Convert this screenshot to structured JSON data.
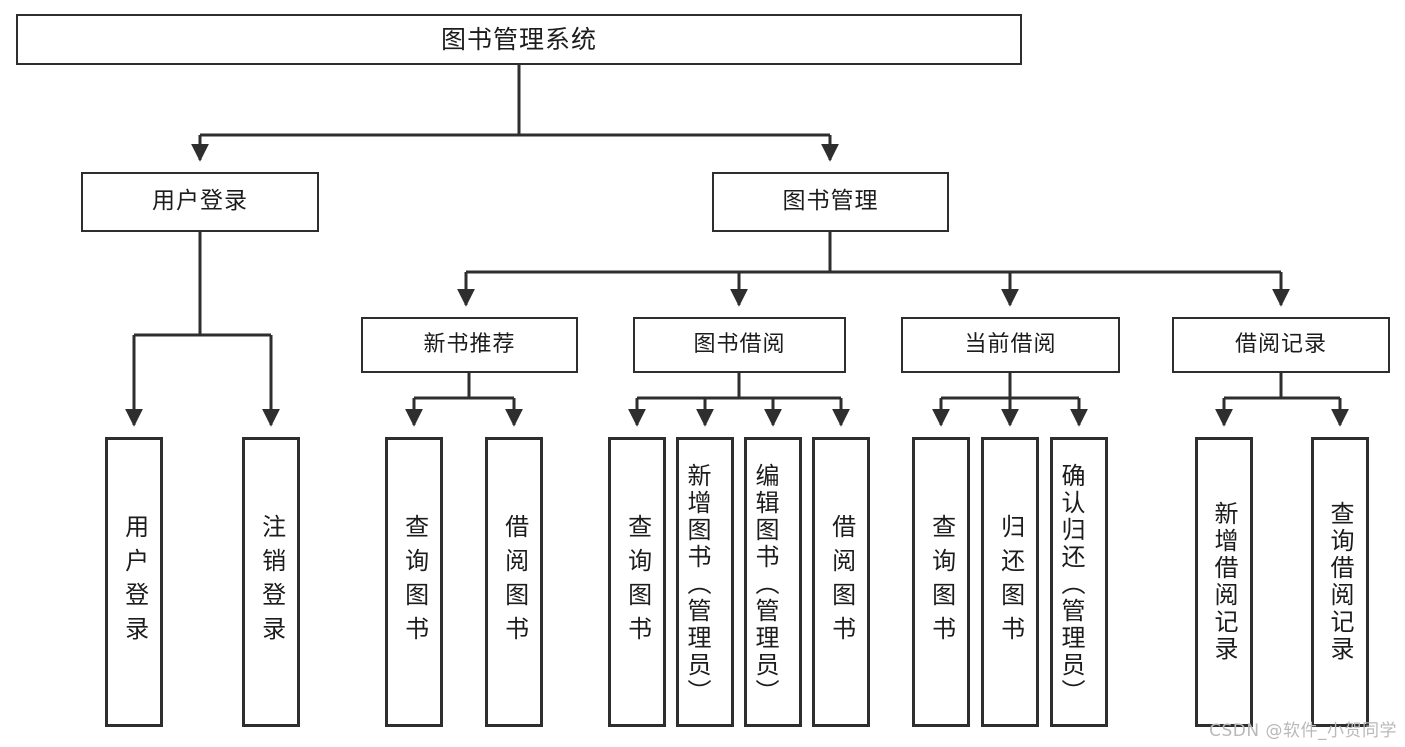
{
  "diagram": {
    "title": "图书管理系统",
    "type": "功能结构图",
    "watermark": "CSDN @软件_小贺同学",
    "colors": {
      "stroke": "#2e2e2e",
      "fill": "#ffffff",
      "text": "#1c1c1c",
      "watermark": "#b9b9b9"
    },
    "root": {
      "label": "图书管理系统"
    },
    "level1": [
      {
        "label": "用户登录"
      },
      {
        "label": "图书管理"
      }
    ],
    "level2": [
      {
        "label": "新书推荐"
      },
      {
        "label": "图书借阅"
      },
      {
        "label": "当前借阅"
      },
      {
        "label": "借阅记录"
      }
    ],
    "leaves": {
      "user_login": [
        {
          "label": "用户登录"
        },
        {
          "label": "注销登录"
        }
      ],
      "new_recommend": [
        {
          "label": "查询图书"
        },
        {
          "label": "借阅图书"
        }
      ],
      "book_borrow": [
        {
          "label": "查询图书"
        },
        {
          "label": "新增图书（管理员）"
        },
        {
          "label": "编辑图书（管理员）"
        },
        {
          "label": "借阅图书"
        }
      ],
      "current_borrow": [
        {
          "label": "查询图书"
        },
        {
          "label": "归还图书"
        },
        {
          "label": "确认归还（管理员）"
        }
      ],
      "borrow_record": [
        {
          "label": "新增借阅记录"
        },
        {
          "label": "查询借阅记录"
        }
      ]
    }
  }
}
